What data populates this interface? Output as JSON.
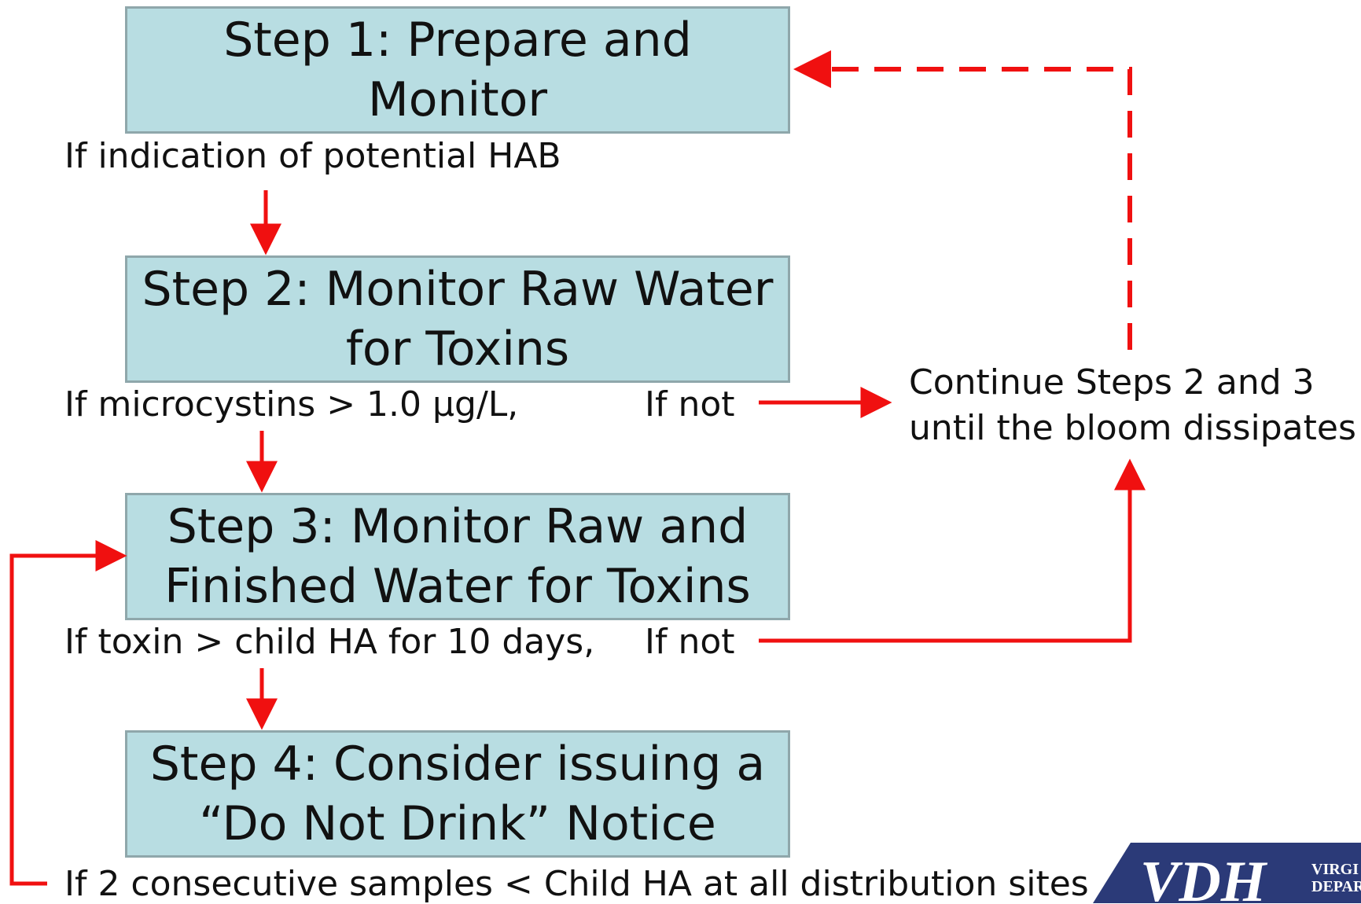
{
  "steps": [
    {
      "label": "Step 1: Prepare and Monitor"
    },
    {
      "label": "Step 2: Monitor Raw Water\nfor Toxins"
    },
    {
      "label": "Step 3: Monitor Raw and\nFinished Water for Toxins"
    },
    {
      "label": "Step 4: Consider issuing a\n“Do Not Drink” Notice"
    }
  ],
  "conditions": {
    "step1_yes": "If indication of potential HAB",
    "step2_yes": "If microcystins > 1.0 µg/L,",
    "step2_no": "If not",
    "step3_yes": "If toxin > child HA for 10 days,",
    "step3_no": "If not",
    "step4_return": "If 2 consecutive samples < Child HA at all distribution sites"
  },
  "continue_note": "Continue Steps 2 and 3\nuntil the bloom dissipates",
  "logo": {
    "mark": "VDH",
    "text_line1": "VIRGI",
    "text_line2": "DEPAR"
  },
  "colors": {
    "box_fill": "#b8dde2",
    "box_border": "#8fa7ab",
    "arrow": "#f01010",
    "logo_bg": "#2b3a78"
  }
}
